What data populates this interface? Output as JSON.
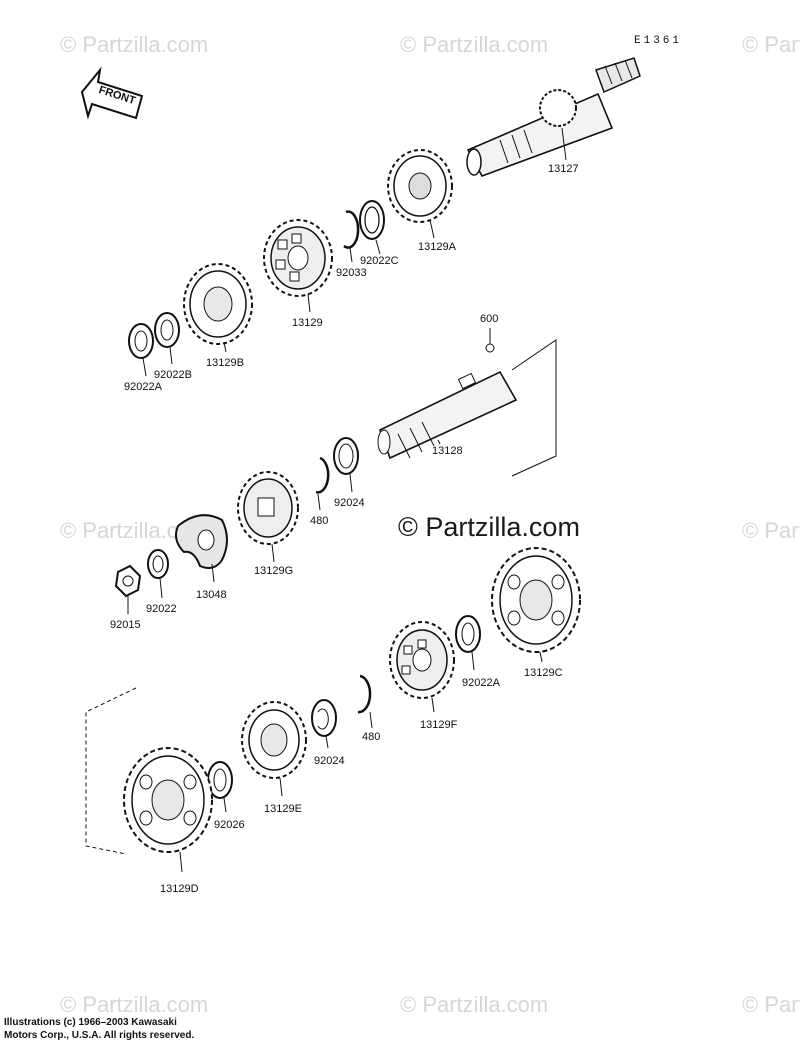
{
  "diagram_code": "E1361",
  "front_label": "FRONT",
  "watermark_text": "© Partzilla.com",
  "center_watermark": "© Partzilla.com",
  "parts": {
    "p13127": "13127",
    "p13129A": "13129A",
    "p92022C": "92022C",
    "p92033": "92033",
    "p13129": "13129",
    "p13129B": "13129B",
    "p92022B": "92022B",
    "p92022A_top": "92022A",
    "p600": "600",
    "p13128": "13128",
    "p92024_top": "92024",
    "p480_top": "480",
    "p13129G": "13129G",
    "p13048": "13048",
    "p92022": "92022",
    "p92015": "92015",
    "p13129C": "13129C",
    "p92022A_low": "92022A",
    "p13129F": "13129F",
    "p480_low": "480",
    "p92024_low": "92024",
    "p13129E": "13129E",
    "p92026": "92026",
    "p13129D": "13129D"
  },
  "copyright": {
    "line1": "Illustrations (c) 1966–2003 Kawasaki",
    "line2": "Motors Corp., U.S.A.  All rights reserved."
  }
}
